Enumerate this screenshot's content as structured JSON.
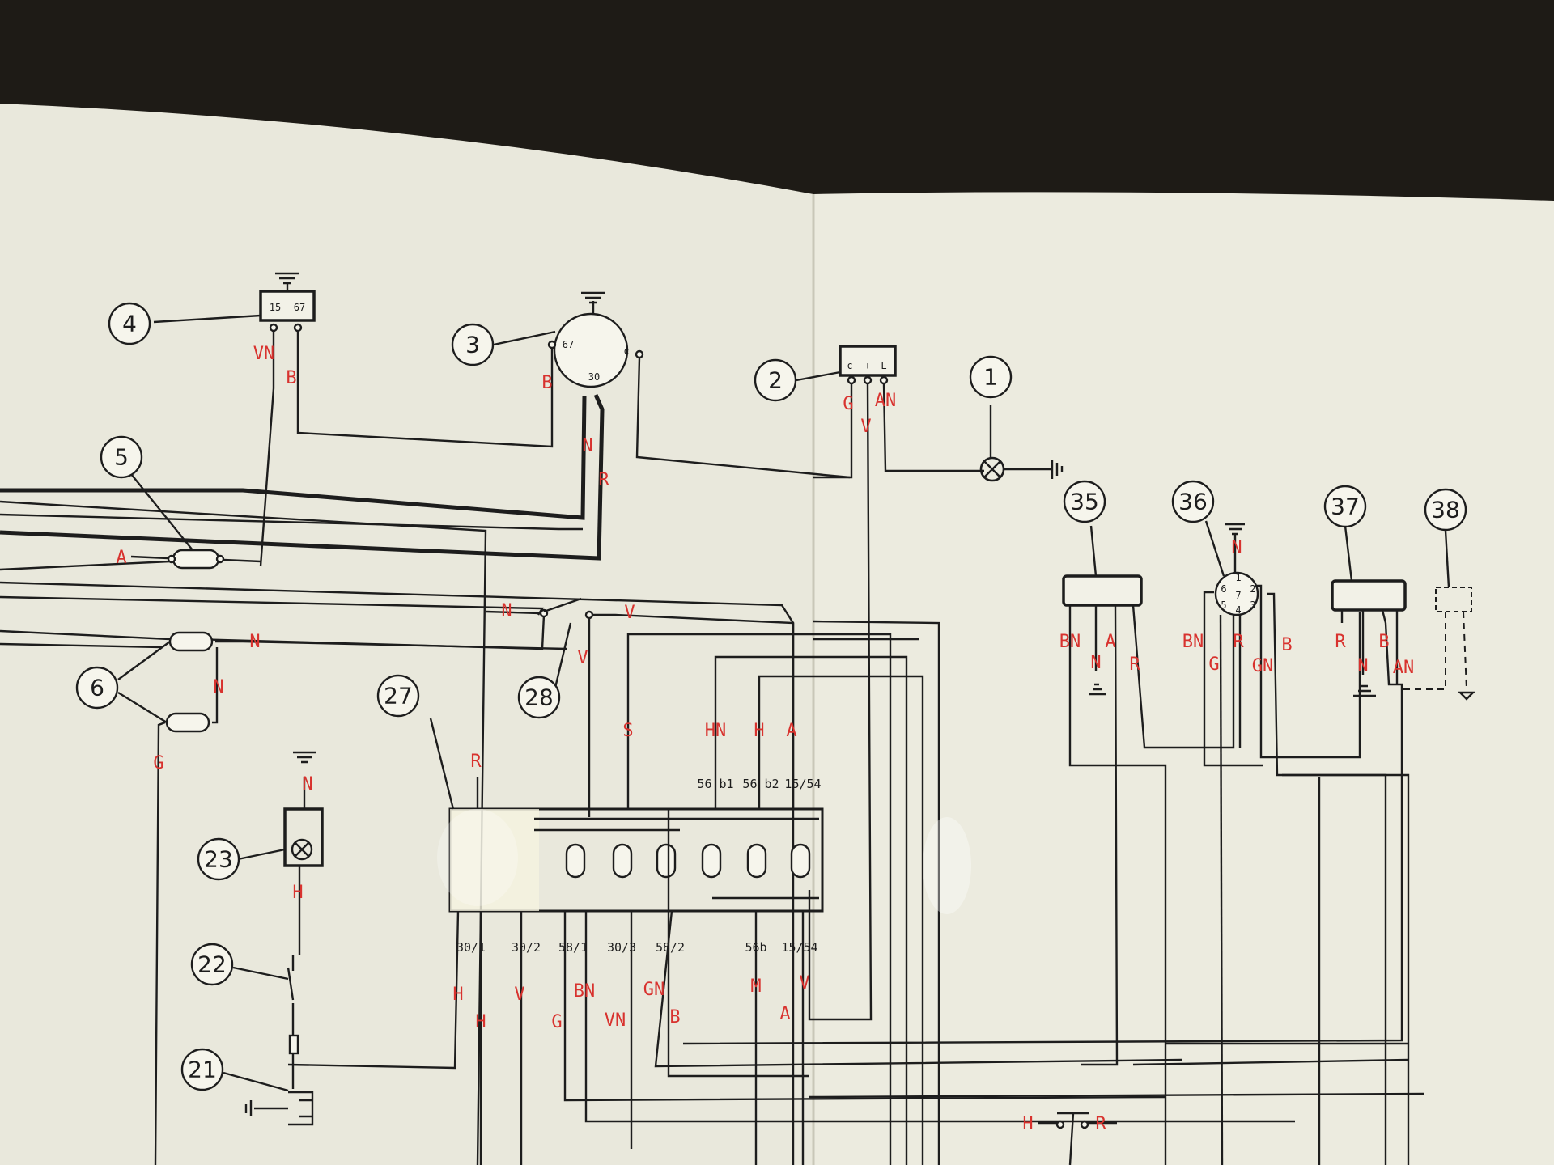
{
  "components": {
    "c1": "1",
    "c2": "2",
    "c3": "3",
    "c4": "4",
    "c5": "5",
    "c6": "6",
    "c21": "21",
    "c22": "22",
    "c23": "23",
    "c27": "27",
    "c28": "28",
    "c35": "35",
    "c36": "36",
    "c37": "37",
    "c38": "38"
  },
  "terminals": {
    "c4_15": "15",
    "c4_67": "67",
    "c3_67": "67",
    "c3_c": "c",
    "c3_30": "30",
    "c2_c": "c",
    "c2_plus": "+",
    "c2_l": "L",
    "c36_pins": [
      "1",
      "2",
      "3",
      "4",
      "5",
      "6",
      "7"
    ]
  },
  "fusebox_27": {
    "top_terminals": [
      "56 b1",
      "56 b2",
      "15/54"
    ],
    "bottom_terminals": [
      "30/1",
      "30/2",
      "58/1",
      "30/3",
      "58/2",
      "56b",
      "15/54"
    ]
  },
  "wire_colors": {
    "c4_left": "VN",
    "c4_right": "B",
    "c3_left": "B",
    "c3_n": "N",
    "c3_r": "R",
    "c2_g": "G",
    "c2_v": "V",
    "c2_an": "AN",
    "c5_a": "A",
    "c28_n": "N",
    "c28_v": "V",
    "c28_vdown": "V",
    "c6_n": "N",
    "c6_n2": "N",
    "c6_g": "G",
    "c23_top": "N",
    "c23_bottom": "H",
    "fuse_r": "R",
    "fuse_s": "S",
    "fuse_hn": "HN",
    "fuse_h": "H",
    "fuse_a": "A",
    "bot_h1": "H",
    "bot_h2": "H",
    "bot_v": "V",
    "bot_g": "G",
    "bot_bn": "BN",
    "bot_vn": "VN",
    "bot_gn": "GN",
    "bot_b": "B",
    "bot_m": "M",
    "bot_a": "A",
    "bot_v2": "V",
    "c35_bn": "BN",
    "c35_n": "N",
    "c35_a": "A",
    "c35_r": "R",
    "c36_n": "N",
    "c36_bn": "BN",
    "c36_g": "G",
    "c36_r": "R",
    "c36_gn": "GN",
    "c36_b": "B",
    "c37_r": "R",
    "c37_n": "N",
    "c37_b": "B",
    "c37_an": "AN",
    "sw_h": "H",
    "sw_r": "R"
  }
}
